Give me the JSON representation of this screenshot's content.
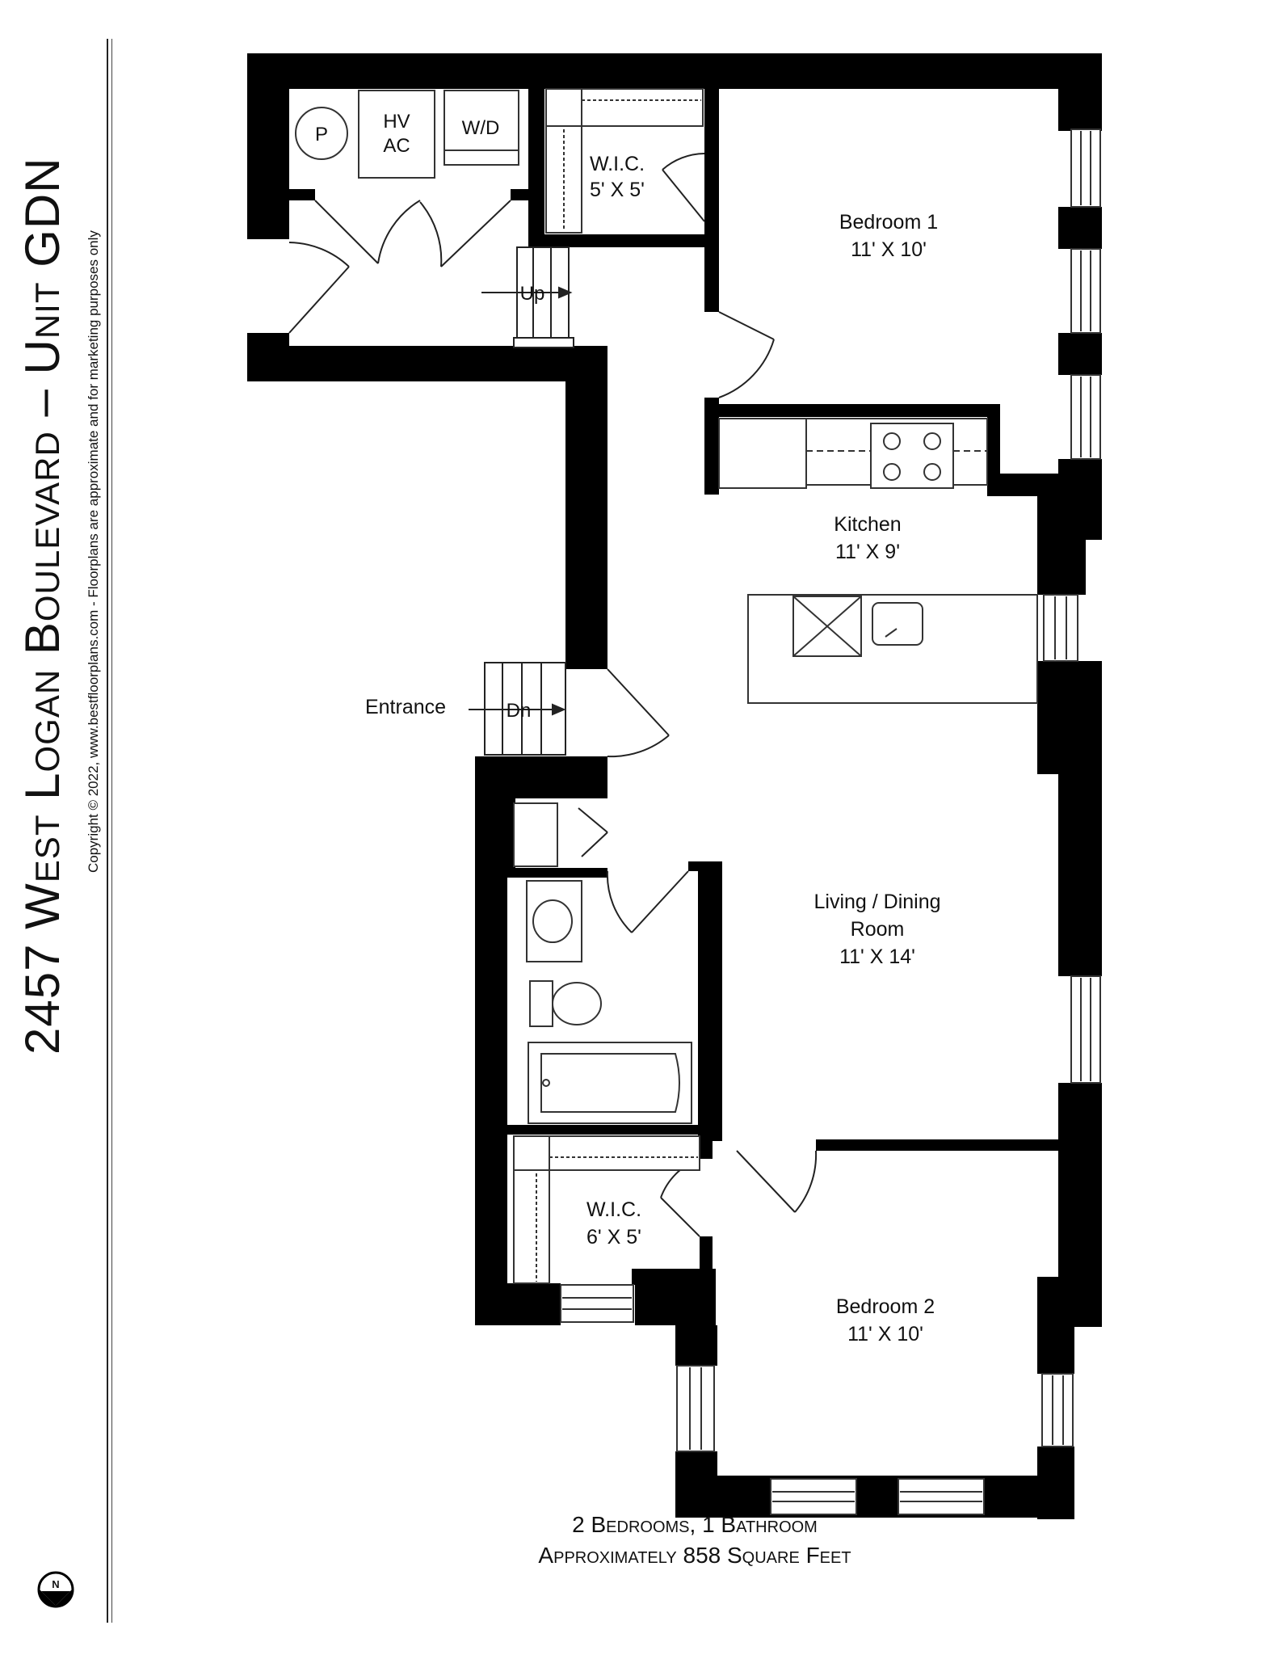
{
  "title": {
    "address_number": "2457",
    "street": "West Logan Boulevard",
    "separator": "–",
    "unit": "Unit GDN",
    "copyright": "Copyright © 2022, www.bestfloorplans.com - Floorplans are approximate and for marketing purposes only"
  },
  "rooms": {
    "bedroom1": {
      "name": "Bedroom 1",
      "size": "11' X 10'"
    },
    "wic1": {
      "name": "W.I.C.",
      "size": "5' X 5'"
    },
    "kitchen": {
      "name": "Kitchen",
      "size": "11' X 9'"
    },
    "living": {
      "name_line1": "Living / Dining",
      "name_line2": "Room",
      "size": "11' X 14'"
    },
    "wic2": {
      "name": "W.I.C.",
      "size": "6' X 5'"
    },
    "bedroom2": {
      "name": "Bedroom 2",
      "size": "11' X 10'"
    }
  },
  "utility": {
    "p": "P",
    "hvac_line1": "HV",
    "hvac_line2": "AC",
    "wd": "W/D"
  },
  "stairs": {
    "up": "Up",
    "down": "Dn",
    "entrance": "Entrance"
  },
  "footer": {
    "line1": "2 Bedrooms, 1 Bathroom",
    "line2": "Approximately 858 Square Feet"
  },
  "compass": {
    "label": "N"
  },
  "colors": {
    "wall": "#000000",
    "fixture": "#333333",
    "background": "#ffffff"
  }
}
